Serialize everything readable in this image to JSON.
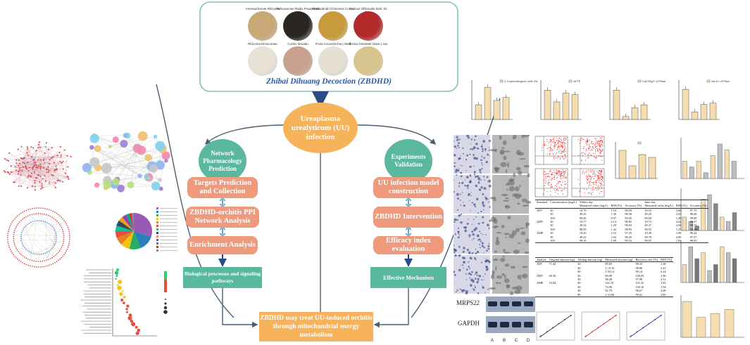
{
  "title": "Zhibai Dihuang Decoction (ZBDHD)",
  "herbs": [
    {
      "name": "Anemarrhenae Rhizoma",
      "color": "#c8a877"
    },
    {
      "name": "Rehmanniae Radix Praeparata",
      "color": "#2a2622"
    },
    {
      "name": "Phellodendri Chinensis Cortex",
      "color": "#c79a3c"
    },
    {
      "name": "Cornus Officinalis Sieb. Et Zucc.",
      "color": "#b32a2a"
    },
    {
      "name": "Rhizoma Dioscoreae",
      "color": "#e8e2d6"
    },
    {
      "name": "Cortex Moutan",
      "color": "#c9a18f"
    },
    {
      "name": "Poria Cocos(Schw.) Wolf",
      "color": "#e6e0d2"
    },
    {
      "name": "Alisma Orientale (Sam.) Juz.",
      "color": "#d8c48e"
    }
  ],
  "center": "Ureaplasma urealyticum (UU) infection",
  "left": {
    "head": "Network Pharmacology Prediction",
    "steps": [
      "Targets Prediction and Collection",
      "ZBDHD-orchitis PPI Network Analysis",
      "Enrichment Analysis"
    ],
    "result": "Biological processes and signaling pathways"
  },
  "right": {
    "head": "Experiments Validation",
    "steps": [
      "UU infection model construction",
      "ZBDHD Intervention",
      "Efficacy index evaluation"
    ],
    "result": "Effective Mechanism"
  },
  "conclusion": "ZBDHD may treat UU-induced orchitis through mitochondrial energy metabolism",
  "bar_titles": [
    "X-II spermatogenic cells (%)",
    "mFTP",
    "Ca2+Mg2+-ATPase",
    "Na+K+-ATPase"
  ],
  "blot": {
    "bands": [
      "MRPS22",
      "GAPDH"
    ],
    "lanes": [
      "A",
      "B",
      "C",
      "D"
    ]
  },
  "table1": {
    "header": [
      "Standard",
      "Concentration (mg/L)",
      "Within day",
      "",
      "",
      "Inter-day",
      "",
      ""
    ],
    "subheader": [
      "",
      "",
      "Measured value (mg/L)",
      "RSD (%)",
      "Accuracy (%)",
      "Measured value (mg/L)",
      "RSD (%)",
      "Accuracy (%)"
    ],
    "rows": [
      [
        "ATP",
        "20",
        "19.70",
        "1.16",
        "98.50",
        "19.55",
        "2.66",
        "97.75"
      ],
      [
        "",
        "50",
        "49.25",
        "1.36",
        "98.50",
        "49.20",
        "2.03",
        "98.40"
      ],
      [
        "",
        "100",
        "99.45",
        "0.97",
        "99.45",
        "99.00",
        "1.48",
        "99.00"
      ],
      [
        "ADP",
        "20",
        "19.77",
        "2.14",
        "98.85",
        "19.73",
        "2.02",
        "98.67"
      ],
      [
        "",
        "50",
        "49.52",
        "1.29",
        "99.03",
        "49.37",
        "2.06",
        "98.73"
      ],
      [
        "",
        "100",
        "98.95",
        "1.42",
        "98.95",
        "98.55",
        "1.27",
        "98.55"
      ],
      [
        "AMP",
        "20",
        "19.45",
        "2.53",
        "97.25",
        "19.48",
        "1.99",
        "96.42"
      ],
      [
        "",
        "50",
        "49.22",
        "2.03",
        "98.45",
        "48.78",
        "2.06",
        "97.57"
      ],
      [
        "",
        "100",
        "99.16",
        "1.09",
        "99.16",
        "98.05",
        "1.82",
        "98.05"
      ]
    ]
  },
  "table2": {
    "header": [
      "Analyte",
      "Original amount (ug)",
      "Adding amount (ug)",
      "Measured amount (ug)",
      "Recovery rate (%)",
      "RSD (%)"
    ],
    "rows": [
      [
        "ATP",
        "71.42",
        "20",
        "89.89",
        "98.33",
        "2.38"
      ],
      [
        "",
        "",
        "40",
        "1 l 0.16",
        "98.86",
        "2.41"
      ],
      [
        "",
        "",
        "80",
        "1.50.12",
        "99.14",
        "0.24"
      ],
      [
        "ADP",
        "60.36",
        "20",
        "80.99",
        "100.03",
        "1.96"
      ],
      [
        "",
        "",
        "40",
        "98.28",
        "97.98",
        "2.31"
      ],
      [
        "AMP",
        "53.84",
        "80",
        "142.19",
        "101.35",
        "1.95"
      ],
      [
        "",
        "",
        "20",
        "73.96",
        "100.16",
        "1.54"
      ],
      [
        "",
        "",
        "40",
        "92.79",
        "98.67",
        "2.68"
      ],
      [
        "",
        "",
        "80",
        "1 33.06",
        "99.61",
        "2.00"
      ]
    ]
  },
  "colors": {
    "salmon": "#ef9a7c",
    "teal": "#5ab89e",
    "orange": "#f7b35a",
    "arrow": "#4a5f73"
  }
}
